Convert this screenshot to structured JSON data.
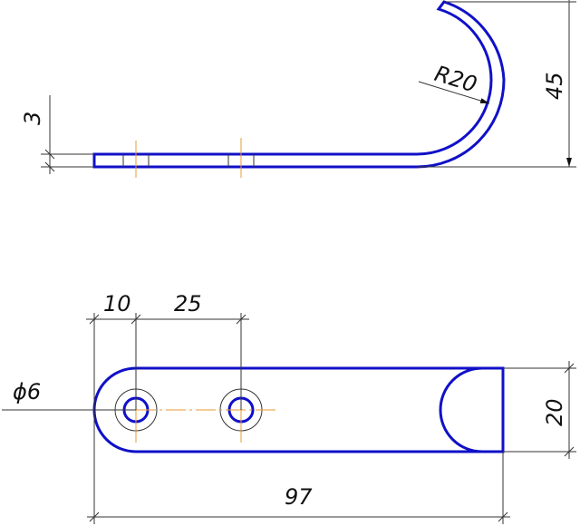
{
  "drawing": {
    "side_view": {
      "thickness_label": "3",
      "height_label": "45",
      "radius_label": "R20"
    },
    "top_view": {
      "edge_to_hole_label": "10",
      "hole_spacing_label": "25",
      "hole_diameter_label": "ϕ6",
      "width_label": "20",
      "length_label": "97"
    },
    "colors": {
      "part": "#1010c8",
      "centerline": "#e89a30",
      "dimension": "#333333"
    }
  }
}
